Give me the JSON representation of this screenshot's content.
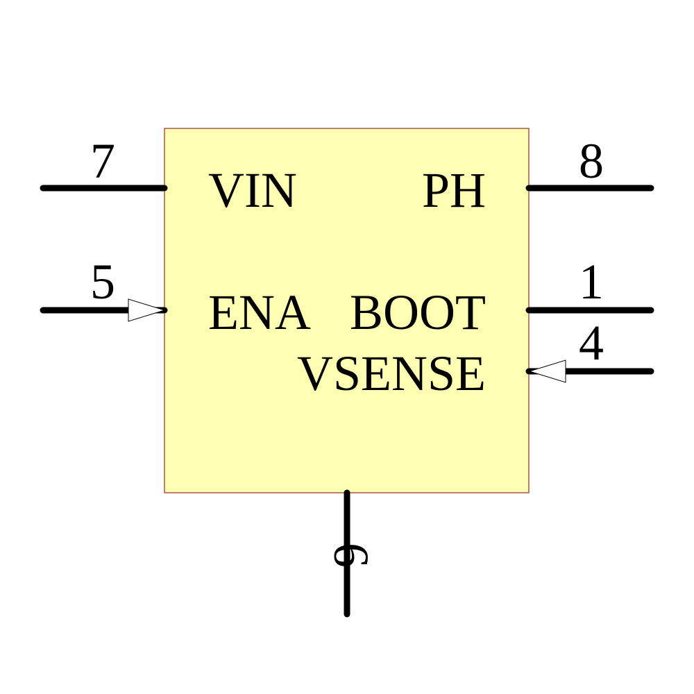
{
  "component": {
    "body_fill": "#ffffb4",
    "body_stroke": "#800000",
    "wire_color": "#000000",
    "pins": [
      {
        "number": "7",
        "name": "VIN",
        "side": "left",
        "direction": "passive"
      },
      {
        "number": "5",
        "name": "ENA",
        "side": "left",
        "direction": "input"
      },
      {
        "number": "8",
        "name": "PH",
        "side": "right",
        "direction": "passive"
      },
      {
        "number": "1",
        "name": "BOOT",
        "side": "right",
        "direction": "passive"
      },
      {
        "number": "4",
        "name": "VSENSE",
        "side": "right",
        "direction": "input"
      },
      {
        "number": "6",
        "name": "",
        "side": "bottom",
        "direction": "passive"
      }
    ]
  }
}
